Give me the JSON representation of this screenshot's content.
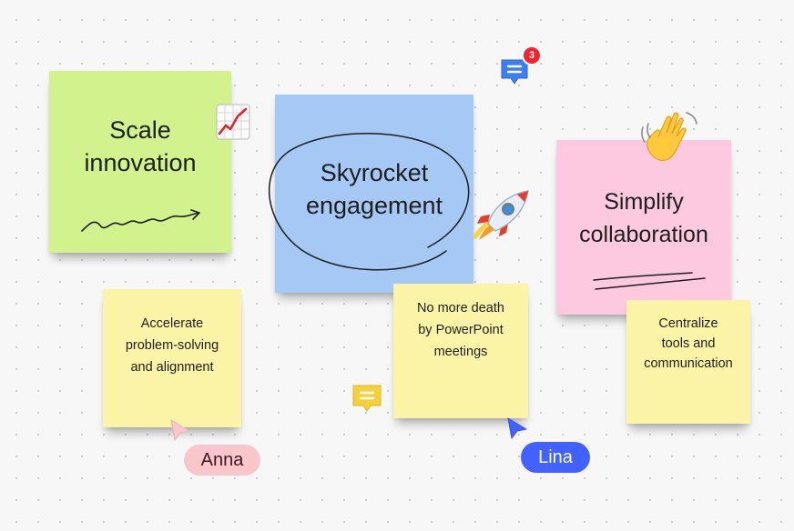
{
  "notes": {
    "scale": "Scale\ninnovation",
    "skyrocket": "Skyrocket\nengagement",
    "simplify": "Simplify\ncollaboration",
    "accelerate": "Accelerate\nproblem-solving\nand alignment",
    "nomore": "No more death\nby PowerPoint\nmeetings",
    "centralize": "Centralize\ntools and\ncommunication"
  },
  "comments": {
    "badge_count": "3"
  },
  "cursors": [
    {
      "name": "Anna",
      "color": "#f9c6cb",
      "text_color": "#3a1a1e"
    },
    {
      "name": "Lina",
      "color": "#4262ff",
      "text_color": "#ffffff"
    }
  ],
  "icons": [
    "chart-increasing-icon",
    "rocket-icon",
    "waving-hand-icon",
    "comment-icon",
    "cursor-icon"
  ],
  "colors": {
    "green_note": "#d1f28c",
    "blue_note": "#a5c8f5",
    "pink_note": "#fdc9e0",
    "yellow_note": "#fbf4a6",
    "comment_blue": "#3d7ff0",
    "comment_yellow": "#f4d13a"
  }
}
